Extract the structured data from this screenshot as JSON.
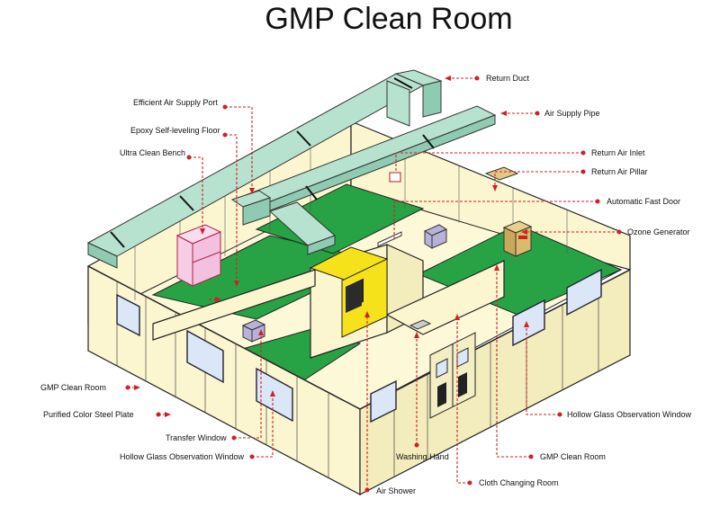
{
  "title": "GMP Clean Room",
  "labels": {
    "return_duct": "Return Duct",
    "air_supply_pipe": "Air Supply Pipe",
    "efficient_air_supply_port": "Efficient Air Supply Port",
    "epoxy_floor": "Epoxy Self-leveling Floor",
    "ultra_clean_bench": "Ultra Clean Bench",
    "return_air_inlet": "Return Air Inlet",
    "return_air_pillar": "Return Air Pillar",
    "automatic_fast_door": "Automatic Fast Door",
    "ozone_generator": "Ozone Generator",
    "gmp_clean_room_left": "GMP Clean Room",
    "purified_color_steel_plate": "Purified Color Steel Plate",
    "transfer_window": "Transfer Window",
    "hollow_glass_window_left": "Hollow Glass Observation Window",
    "washing_hand": "Washing Hand",
    "air_shower": "Air Shower",
    "cloth_changing_room": "Cloth Changing Room",
    "gmp_clean_room_right": "GMP Clean Room",
    "hollow_glass_window_right": "Hollow Glass Observation Window"
  },
  "colors": {
    "floor": "#27a346",
    "wall": "#fbf6cf",
    "duct": "#b7e2cf",
    "leader": "#d21f26",
    "air_shower": "#f6e21a",
    "bench": "#f7cde6"
  }
}
